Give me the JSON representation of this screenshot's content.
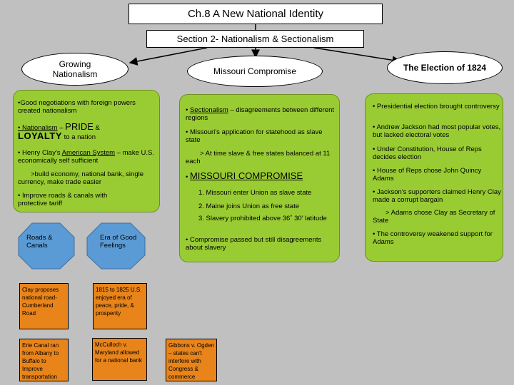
{
  "title": "Ch.8 A New National Identity",
  "section": "Section 2- Nationalism & Sectionalism",
  "growing": {
    "heading": "Growing Nationalism",
    "b1": "•Good negotiations with foreign powers created nationalism",
    "b2_prefix": "• Nationalism",
    "b2_dash": " – ",
    "b2_pride": "PRIDE",
    "b2_amp": " & ",
    "b2_loyalty": "LOYALTY",
    "b2_suffix": " to a nation",
    "b3_prefix": "• Henry Clay's ",
    "b3_link": "American System",
    "b3_suffix": " – make U.S. economically self sufficient",
    "b4": ">build economy, national bank, single currency, make trade easier",
    "b5": "• Improve roads & canals with protective tariff"
  },
  "missouri": {
    "heading": "Missouri Compromise",
    "b1_prefix": "• ",
    "b1_link": "Sectionalism",
    "b1_suffix": " – disagreements between different regions",
    "b2": "• Missouri's application for statehood as slave state",
    "b3": "> At time slave & free states balanced at 11 each",
    "b4_bullet": "• ",
    "b4_big": "MISSOURI COMPROMISE",
    "n1": "1. Missouri enter Union as slave state",
    "n2": "2. Maine joins Union as free state",
    "n3": "3. Slavery prohibited above 36˚ 30' latitude",
    "b5": "• Compromise passed but still disagreements about slavery"
  },
  "election": {
    "heading": "The Election of 1824",
    "b1": "• Presidential election brought controversy",
    "b2": "• Andrew Jackson had most popular votes, but lacked electoral votes",
    "b3": "• Under Constitution, House of Reps decides election",
    "b4": "• House of Reps chose John Quincy Adams",
    "b5": "• Jackson's supporters claimed Henry Clay made a corrupt bargain",
    "b6": "> Adams chose Clay as Secretary of State",
    "b7": "• The controversy weakened support for Adams"
  },
  "octagons": {
    "roads": "Roads & Canals",
    "feelings": "Era of Good Feelings"
  },
  "boxes": {
    "clay": "Clay proposes national road-Cumberland Road",
    "years": "1815 to 1825 U.S. enjoyed era of peace, pride, & prosperity",
    "erie": "Erie Canal ran from Albany to Buffalo to Improve transportation",
    "mcculloch": "McCulloch v. Maryland allowed for a national bank",
    "gibbons": "Gibbons v. Ogden – states can't interfere with Congress & commerce"
  },
  "colors": {
    "green": "#99cc33",
    "orange": "#e8841a",
    "octagon": "#5b9bd5",
    "background": "#c0c0c0"
  }
}
